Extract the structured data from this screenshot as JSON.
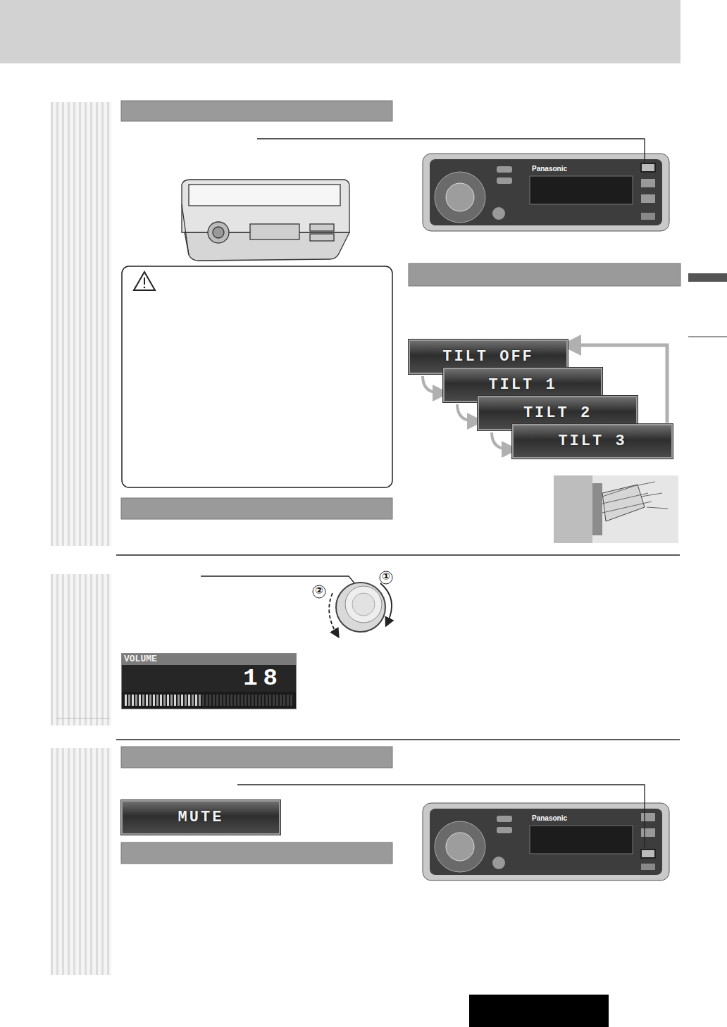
{
  "diagram": {
    "nodes": [
      {
        "text": [
          "TILT OFF"
        ]
      },
      {
        "text": [
          "TILT 1"
        ]
      },
      {
        "text": [
          "TILT 2"
        ]
      },
      {
        "text": [
          "TILT 3"
        ]
      },
      {
        "text": [
          "VOLUME",
          "18"
        ]
      },
      {
        "text": [
          "MUTE"
        ]
      }
    ],
    "edges": [
      {
        "from": 0,
        "to": 1,
        "arrow": "to"
      },
      {
        "from": 1,
        "to": 2,
        "arrow": "to"
      },
      {
        "from": 2,
        "to": 3,
        "arrow": "to"
      },
      {
        "from": 3,
        "to": 0,
        "arrow": "to"
      }
    ],
    "labels": [
      "①",
      "②",
      "Panasonic",
      "Panasonic"
    ]
  }
}
